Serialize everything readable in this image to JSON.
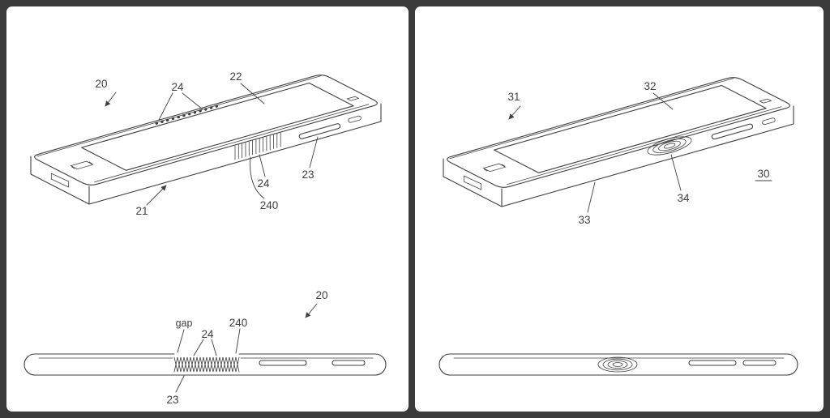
{
  "colors": {
    "background": "#3b3b3b",
    "panel": "#ffffff",
    "line": "#3f3f3f"
  },
  "left_figure": {
    "perspective": {
      "ref_20": "20",
      "ref_24_top": "24",
      "ref_22": "22",
      "ref_23": "23",
      "ref_24_side": "24",
      "ref_240": "240",
      "ref_21": "21"
    },
    "side_view": {
      "gap_label": "gap",
      "ref_24": "24",
      "ref_240": "240",
      "ref_20": "20",
      "ref_23": "23"
    }
  },
  "right_figure": {
    "perspective": {
      "ref_31": "31",
      "ref_32": "32",
      "ref_30": "30",
      "ref_34": "34",
      "ref_33": "33"
    }
  }
}
